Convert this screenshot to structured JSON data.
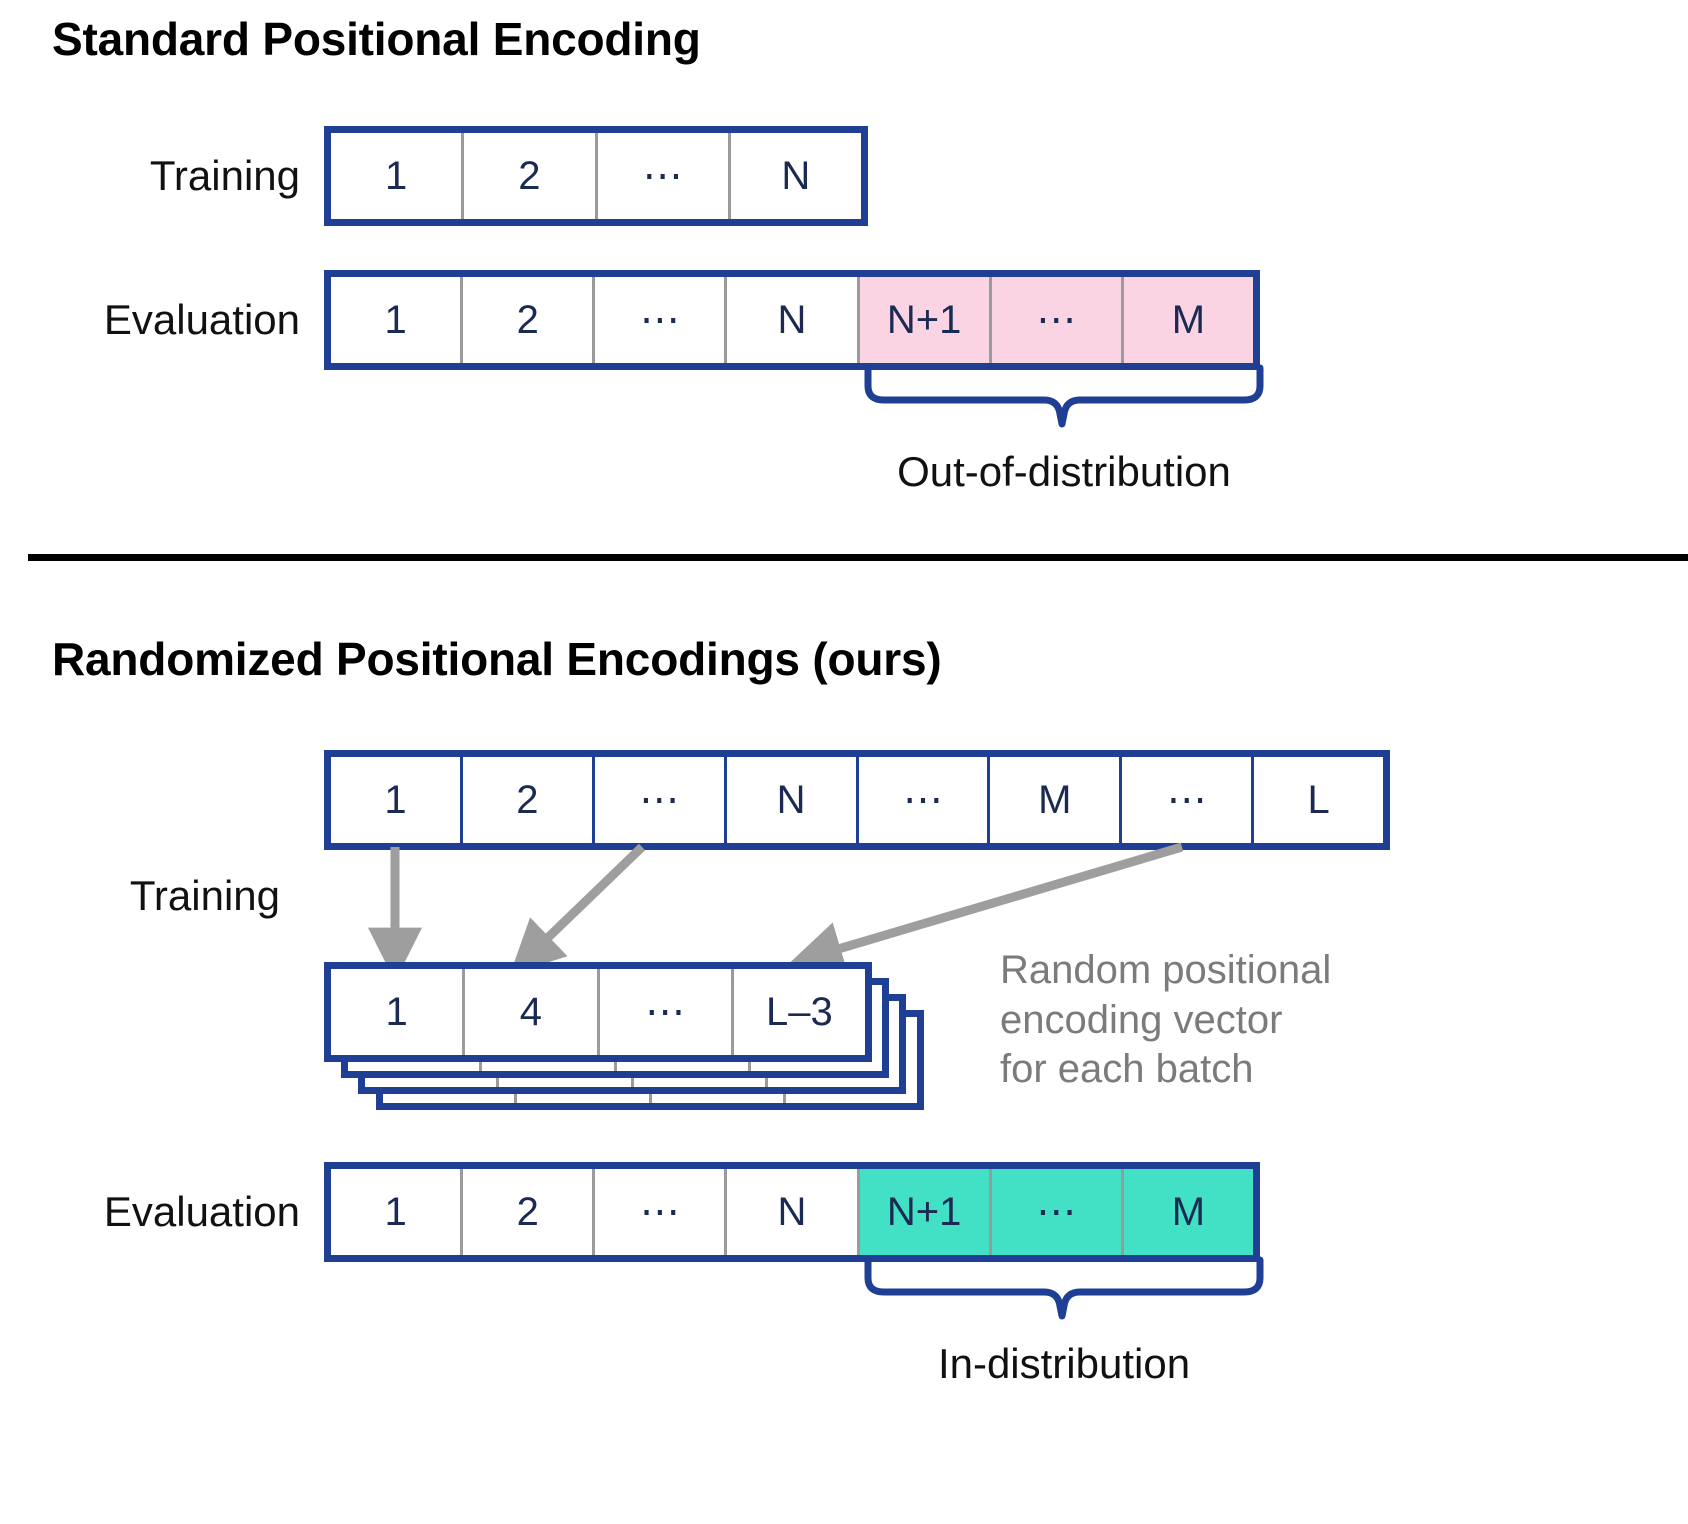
{
  "figure": {
    "panels": [
      {
        "id": "standard",
        "title": "Standard Positional Encoding",
        "rows": [
          {
            "label": "Training",
            "cells": [
              {
                "text": "1",
                "highlight": "none"
              },
              {
                "text": "2",
                "highlight": "none"
              },
              {
                "text": "⋯",
                "highlight": "none"
              },
              {
                "text": "N",
                "highlight": "none"
              }
            ]
          },
          {
            "label": "Evaluation",
            "cells": [
              {
                "text": "1",
                "highlight": "none"
              },
              {
                "text": "2",
                "highlight": "none"
              },
              {
                "text": "⋯",
                "highlight": "none"
              },
              {
                "text": "N",
                "highlight": "none"
              },
              {
                "text": "N+1",
                "highlight": "ood"
              },
              {
                "text": "⋯",
                "highlight": "ood"
              },
              {
                "text": "M",
                "highlight": "ood"
              }
            ]
          }
        ],
        "brace_label": "Out-of-distribution"
      },
      {
        "id": "randomized",
        "title": "Randomized Positional Encodings (ours)",
        "training_label": "Training",
        "pool_cells": [
          {
            "text": "1"
          },
          {
            "text": "2"
          },
          {
            "text": "⋯"
          },
          {
            "text": "N"
          },
          {
            "text": "⋯"
          },
          {
            "text": "M"
          },
          {
            "text": "⋯"
          },
          {
            "text": "L"
          }
        ],
        "sample_cells": [
          {
            "text": "1"
          },
          {
            "text": "4"
          },
          {
            "text": "⋯"
          },
          {
            "text": "L–3"
          }
        ],
        "stack_layers": 3,
        "annotation": "Random positional\nencoding vector\nfor each batch",
        "eval_row": {
          "label": "Evaluation",
          "cells": [
            {
              "text": "1",
              "highlight": "none"
            },
            {
              "text": "2",
              "highlight": "none"
            },
            {
              "text": "⋯",
              "highlight": "none"
            },
            {
              "text": "N",
              "highlight": "none"
            },
            {
              "text": "N+1",
              "highlight": "ind"
            },
            {
              "text": "⋯",
              "highlight": "ind"
            },
            {
              "text": "M",
              "highlight": "ind"
            }
          ]
        },
        "brace_label": "In-distribution"
      }
    ],
    "colors": {
      "border_blue": "#1f3f94",
      "cell_text": "#1b2a52",
      "ood_pink": "#fbd4e4",
      "ind_teal": "#42e0c4",
      "arrow_gray": "#9e9e9e",
      "note_gray": "#7b7b7b",
      "divider_gray": "#9a9a9a",
      "rule_black": "#000000"
    }
  }
}
